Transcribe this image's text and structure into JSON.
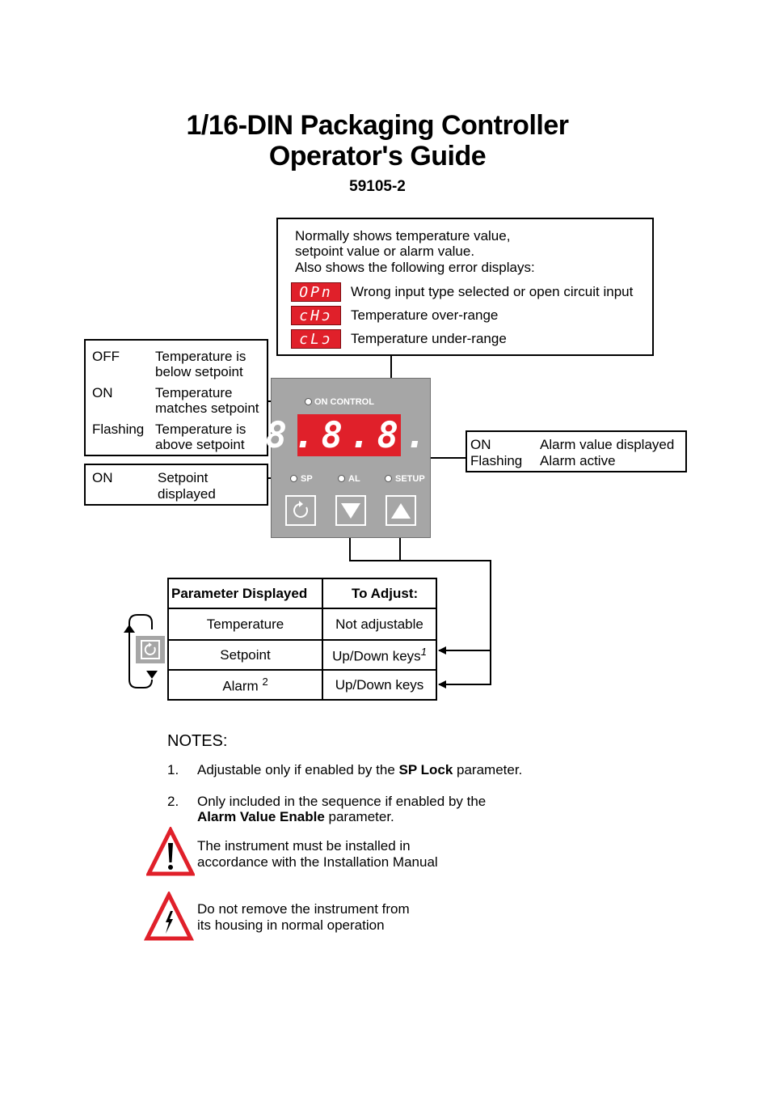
{
  "header": {
    "title_line1": "1/16-DIN Packaging Controller",
    "title_line2": "Operator's Guide",
    "doc_number": "59105-2"
  },
  "display_callout": {
    "intro_line1": "Normally shows temperature value,",
    "intro_line2": "setpoint value or alarm value.",
    "intro_line3": "Also shows the following error displays:",
    "errors": [
      {
        "code": "OPn",
        "text": "Wrong input type selected or open circuit input"
      },
      {
        "code": "cHɔ",
        "text": "Temperature over-range"
      },
      {
        "code": "cLɔ",
        "text": "Temperature under-range"
      }
    ]
  },
  "on_control_callout": {
    "rows": [
      {
        "state": "OFF",
        "line1": "Temperature is",
        "line2": "below setpoint"
      },
      {
        "state": "ON",
        "line1": "Temperature",
        "line2": "matches setpoint"
      },
      {
        "state": "Flashing",
        "line1": "Temperature is",
        "line2": "above setpoint"
      }
    ]
  },
  "sp_callout": {
    "state": "ON",
    "line1": "Setpoint",
    "line2": "displayed"
  },
  "al_callout": {
    "rows": [
      {
        "state": "ON",
        "text": "Alarm value displayed"
      },
      {
        "state": "Flashing",
        "text": "Alarm active"
      }
    ]
  },
  "panel": {
    "on_control_label": "ON CONTROL",
    "display_digits": "8.8.8.",
    "sp_label": "SP",
    "al_label": "AL",
    "setup_label": "SETUP",
    "colors": {
      "panel": "#a6a6a6",
      "display": "#e0202a"
    }
  },
  "param_table": {
    "headers": [
      "Parameter Displayed",
      "To Adjust:"
    ],
    "rows": [
      {
        "param": "Temperature",
        "sup": "",
        "adjust": "Not adjustable",
        "adjust_sup": ""
      },
      {
        "param": "Setpoint",
        "sup": "",
        "adjust": "Up/Down keys",
        "adjust_sup": "1"
      },
      {
        "param": "Alarm",
        "sup": "2",
        "adjust": "Up/Down keys",
        "adjust_sup": ""
      }
    ]
  },
  "notes": {
    "heading": "NOTES:",
    "note1_num": "1.",
    "note1_pre": "Adjustable only if enabled by the ",
    "note1_bold": "SP Lock",
    "note1_post": " parameter.",
    "note2_num": "2.",
    "note2_line1": "Only included in the sequence if enabled by the",
    "note2_bold": "Alarm Value Enable",
    "note2_post": " parameter."
  },
  "warnings": [
    {
      "icon": "exclamation-warning-icon",
      "line1": "The instrument must be installed in",
      "line2": "accordance with the Installation Manual"
    },
    {
      "icon": "electric-shock-warning-icon",
      "line1": "Do not remove the instrument from",
      "line2": "its housing in normal operation"
    }
  ]
}
